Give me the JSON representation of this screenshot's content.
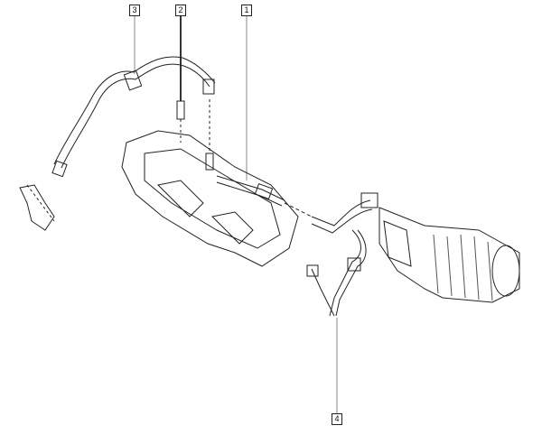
{
  "callouts": [
    {
      "number": "3",
      "part": "breather-hose"
    },
    {
      "number": "2",
      "part": "bolt"
    },
    {
      "number": "1",
      "part": "oil-vapour-pipe"
    },
    {
      "number": "4",
      "part": "hose"
    }
  ],
  "colors": {
    "line": "#222222",
    "background": "#ffffff"
  }
}
